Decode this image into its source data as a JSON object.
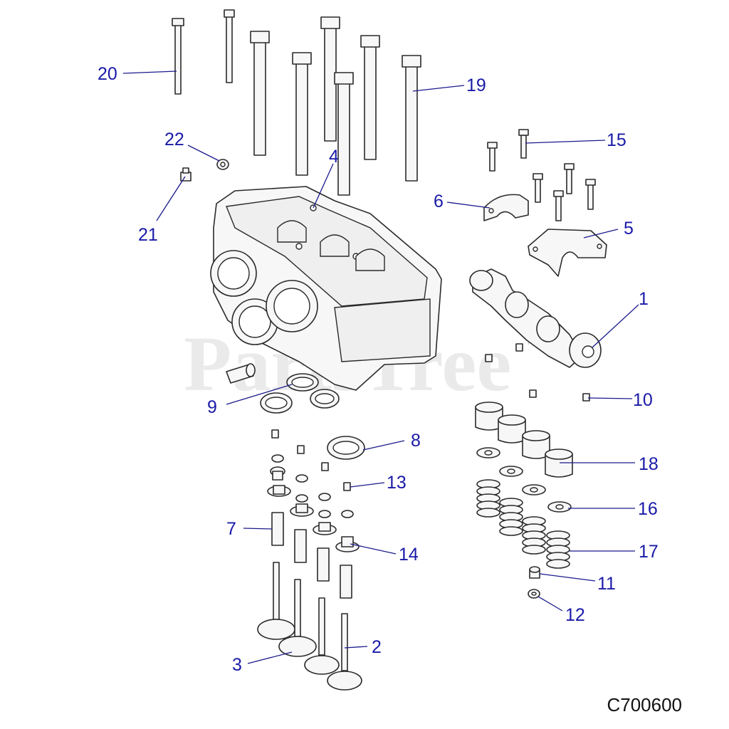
{
  "watermark": {
    "text": "PartsTree",
    "tm": "TM"
  },
  "drawing_code": "C700600",
  "callouts": [
    "20",
    "19",
    "22",
    "4",
    "15",
    "6",
    "21",
    "5",
    "1",
    "9",
    "10",
    "8",
    "18",
    "13",
    "16",
    "7",
    "14",
    "17",
    "11",
    "12",
    "2",
    "3"
  ],
  "colors": {
    "callout": "#1a1aa8",
    "leader": "#1a1a8c",
    "outline": "#2a2a2a",
    "fill": "#f7f7f7"
  }
}
